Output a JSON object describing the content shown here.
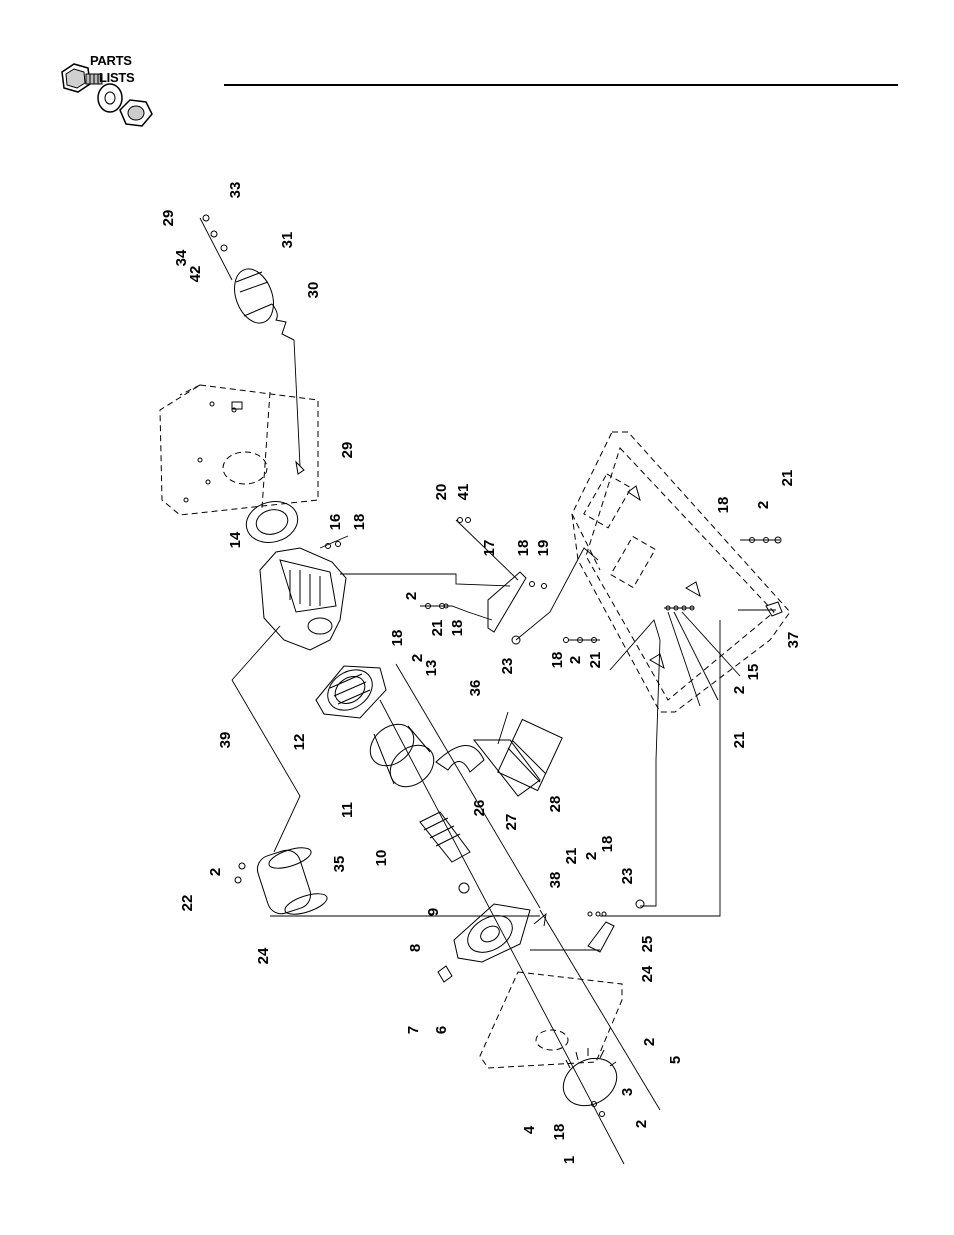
{
  "header": {
    "logo_word_1": "PARTS",
    "logo_word_2": "LISTS"
  },
  "callouts": [
    {
      "text": "29"
    },
    {
      "text": "33"
    },
    {
      "text": "34"
    },
    {
      "text": "42"
    },
    {
      "text": "31"
    },
    {
      "text": "30"
    },
    {
      "text": "29"
    },
    {
      "text": "14"
    },
    {
      "text": "16"
    },
    {
      "text": "18"
    },
    {
      "text": "20"
    },
    {
      "text": "41"
    },
    {
      "text": "17"
    },
    {
      "text": "18"
    },
    {
      "text": "19"
    },
    {
      "text": "2"
    },
    {
      "text": "21"
    },
    {
      "text": "18"
    },
    {
      "text": "23"
    },
    {
      "text": "18"
    },
    {
      "text": "2"
    },
    {
      "text": "21"
    },
    {
      "text": "18"
    },
    {
      "text": "2"
    },
    {
      "text": "21"
    },
    {
      "text": "37"
    },
    {
      "text": "15"
    },
    {
      "text": "2"
    },
    {
      "text": "21"
    },
    {
      "text": "18"
    },
    {
      "text": "2"
    },
    {
      "text": "13"
    },
    {
      "text": "12"
    },
    {
      "text": "39"
    },
    {
      "text": "36"
    },
    {
      "text": "11"
    },
    {
      "text": "26"
    },
    {
      "text": "27"
    },
    {
      "text": "28"
    },
    {
      "text": "10"
    },
    {
      "text": "35"
    },
    {
      "text": "2"
    },
    {
      "text": "22"
    },
    {
      "text": "9"
    },
    {
      "text": "38"
    },
    {
      "text": "21"
    },
    {
      "text": "2"
    },
    {
      "text": "18"
    },
    {
      "text": "23"
    },
    {
      "text": "24"
    },
    {
      "text": "8"
    },
    {
      "text": "25"
    },
    {
      "text": "24"
    },
    {
      "text": "7"
    },
    {
      "text": "6"
    },
    {
      "text": "2"
    },
    {
      "text": "5"
    },
    {
      "text": "4"
    },
    {
      "text": "3"
    },
    {
      "text": "18"
    },
    {
      "text": "2"
    },
    {
      "text": "1"
    }
  ]
}
